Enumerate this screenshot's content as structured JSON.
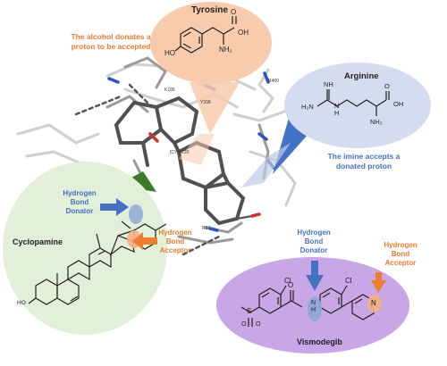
{
  "colors": {
    "orange": "#ed7d31",
    "blue": "#4472c4",
    "tyrosine_bubble": "#f8cbad",
    "arginine_bubble": "#d6dcf0",
    "cyclopamine_bubble": "#e2efd9",
    "vismodegib_bubble": "#c9a6e6",
    "green_arrow": "#3a7a2a",
    "protein_stick": "#707070",
    "hbond_dash": "#555555"
  },
  "tyrosine": {
    "title": "Tyrosine",
    "atoms": {
      "oh_acid": "OH",
      "o_carbonyl": "O",
      "nh2": "NH₂",
      "ho": "HO"
    }
  },
  "arginine": {
    "title": "Arginine",
    "atoms": {
      "nh_imine": "NH",
      "h2n": "H₂N",
      "h_amine": "H",
      "n_amine": "N",
      "o_carbonyl": "O",
      "oh_acid": "OH",
      "nh2": "NH₂"
    }
  },
  "cyclopamine": {
    "title": "Cyclopamine",
    "atoms": {
      "ho": "HO"
    }
  },
  "vismodegib": {
    "title": "Vismodegib",
    "atoms": {
      "cl1": "Cl",
      "cl2": "Cl",
      "o": "O",
      "nh": "N\nH",
      "n_pyridine": "N",
      "s": "S",
      "o1": "O",
      "o2": "O"
    }
  },
  "annotations": {
    "alcohol": "The alcohol donates a\nproton to be accepted",
    "imine": "The imine accepts a\ndonated proton",
    "cyc_donor": "Hydrogen\nBond\nDonator",
    "cyc_acceptor": "Hydrogen\nBond\nAcceptor",
    "vis_donor": "Hydrogen\nBond\nDonator",
    "vis_acceptor": "Hydrogen\nBond\nAcceptor"
  },
  "residues": {
    "k185": "K185",
    "y398": "Y398",
    "r400": "R400",
    "cys120": "[CYS]120",
    "r97": "R97"
  }
}
